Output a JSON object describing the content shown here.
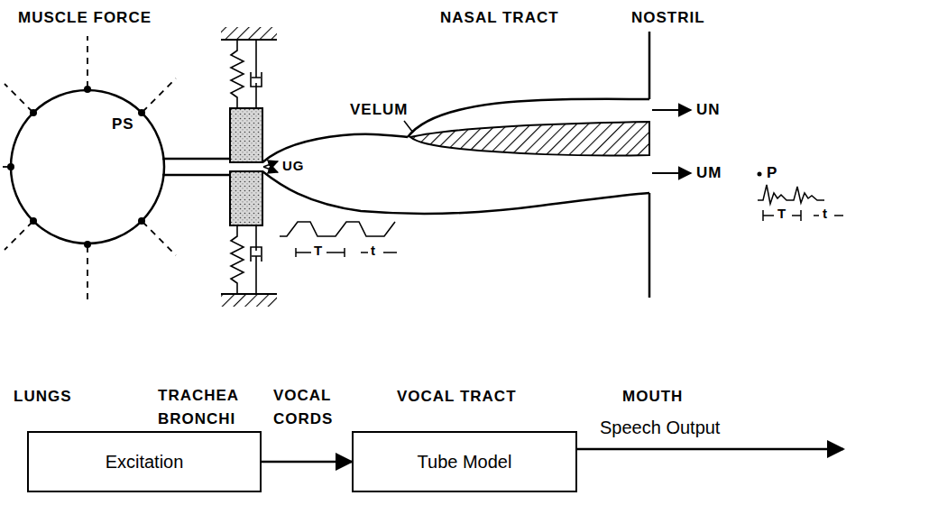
{
  "diagram": {
    "nodes": [
      {
        "text": [
          "Excitation"
        ]
      },
      {
        "text": [
          "Tube Model"
        ]
      }
    ],
    "edges": [
      {
        "from": 0,
        "to": 1,
        "arrow": "to"
      }
    ],
    "labels": [
      "MUSCLE FORCE",
      "NASAL TRACT",
      "NOSTRIL",
      "PS",
      "VELUM",
      "UG",
      "UN",
      "UM",
      "P",
      "T",
      "t",
      "T",
      "t",
      "LUNGS",
      "TRACHEA BRONCHI",
      "VOCAL CORDS",
      "VOCAL TRACT",
      "MOUTH",
      "Speech Output"
    ]
  }
}
